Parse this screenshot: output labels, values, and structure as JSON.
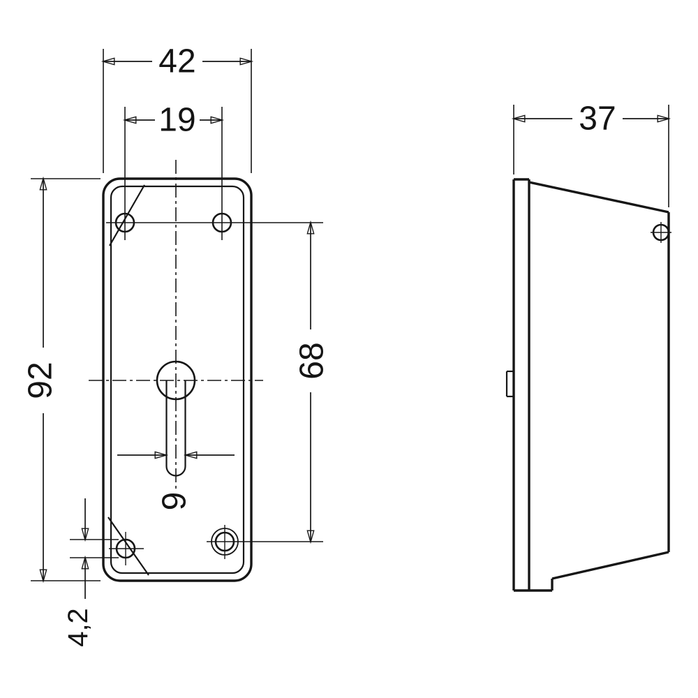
{
  "meta": {
    "type": "technical-dimension-drawing",
    "background": "#ffffff",
    "line_color": "#161616"
  },
  "dimensions": {
    "front": {
      "outer_width": "42",
      "top_hole_pitch": "19",
      "outer_height": "92",
      "vertical_hole_pitch": "68",
      "slot_width": "9",
      "mount_hole_diameter": "4,2"
    },
    "side": {
      "depth": "37"
    }
  }
}
